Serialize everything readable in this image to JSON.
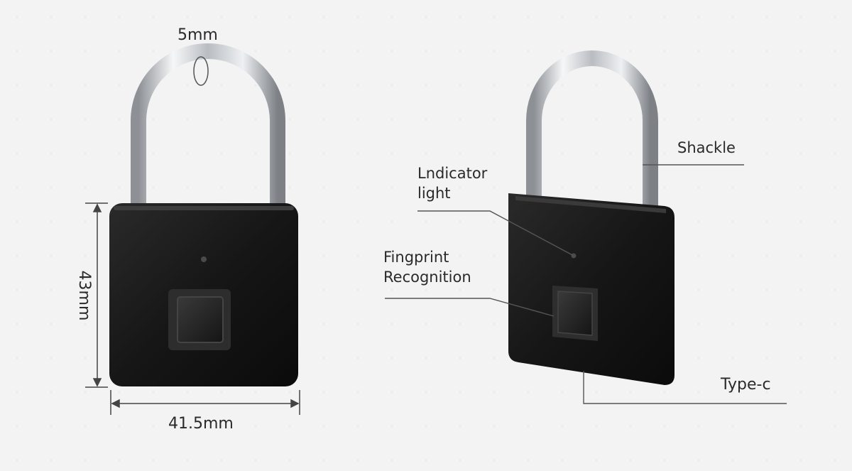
{
  "dimensions": {
    "shackle_diameter": "5mm",
    "height": "43mm",
    "width": "41.5mm"
  },
  "callouts": {
    "shackle": "Shackle",
    "indicator_line1": "Lndicator",
    "indicator_line2": "light",
    "fingerprint_line1": "Fingprint",
    "fingerprint_line2": "Recognition",
    "type_c": "Type-c"
  },
  "colors": {
    "lock_body": "#141414",
    "shackle_metal": "#c9ccd0",
    "background": "#f3f3f3",
    "line": "#555555"
  }
}
